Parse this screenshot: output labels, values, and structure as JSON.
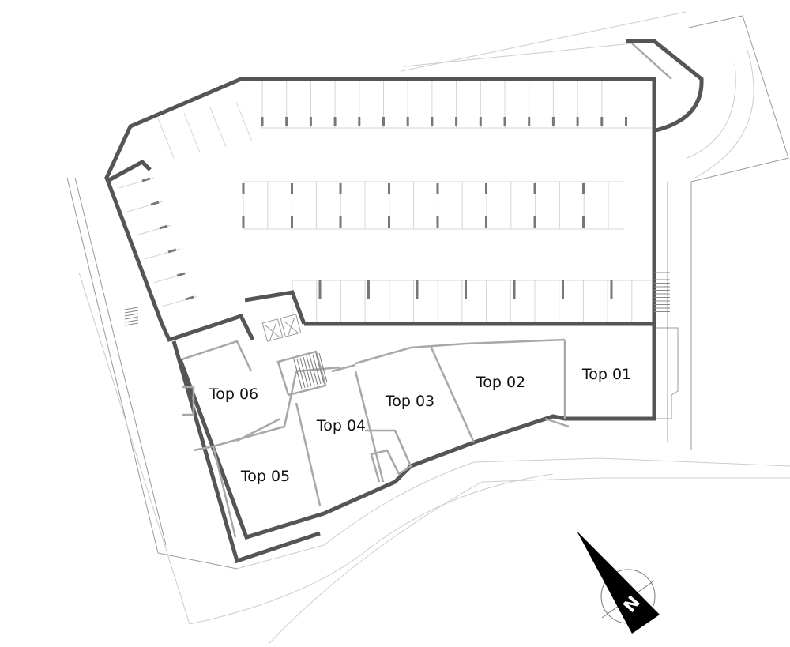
{
  "plan": {
    "units": [
      {
        "id": "top-01",
        "label": "Top 01"
      },
      {
        "id": "top-02",
        "label": "Top 02"
      },
      {
        "id": "top-03",
        "label": "Top 03"
      },
      {
        "id": "top-04",
        "label": "Top 04"
      },
      {
        "id": "top-05",
        "label": "Top 05"
      },
      {
        "id": "top-06",
        "label": "Top 06"
      }
    ],
    "north_arrow": {
      "label": "N",
      "icon": "north-arrow-icon"
    },
    "colors": {
      "wall": "#555555",
      "wall_fill": "#a8a8a8",
      "background": "#ffffff"
    }
  }
}
